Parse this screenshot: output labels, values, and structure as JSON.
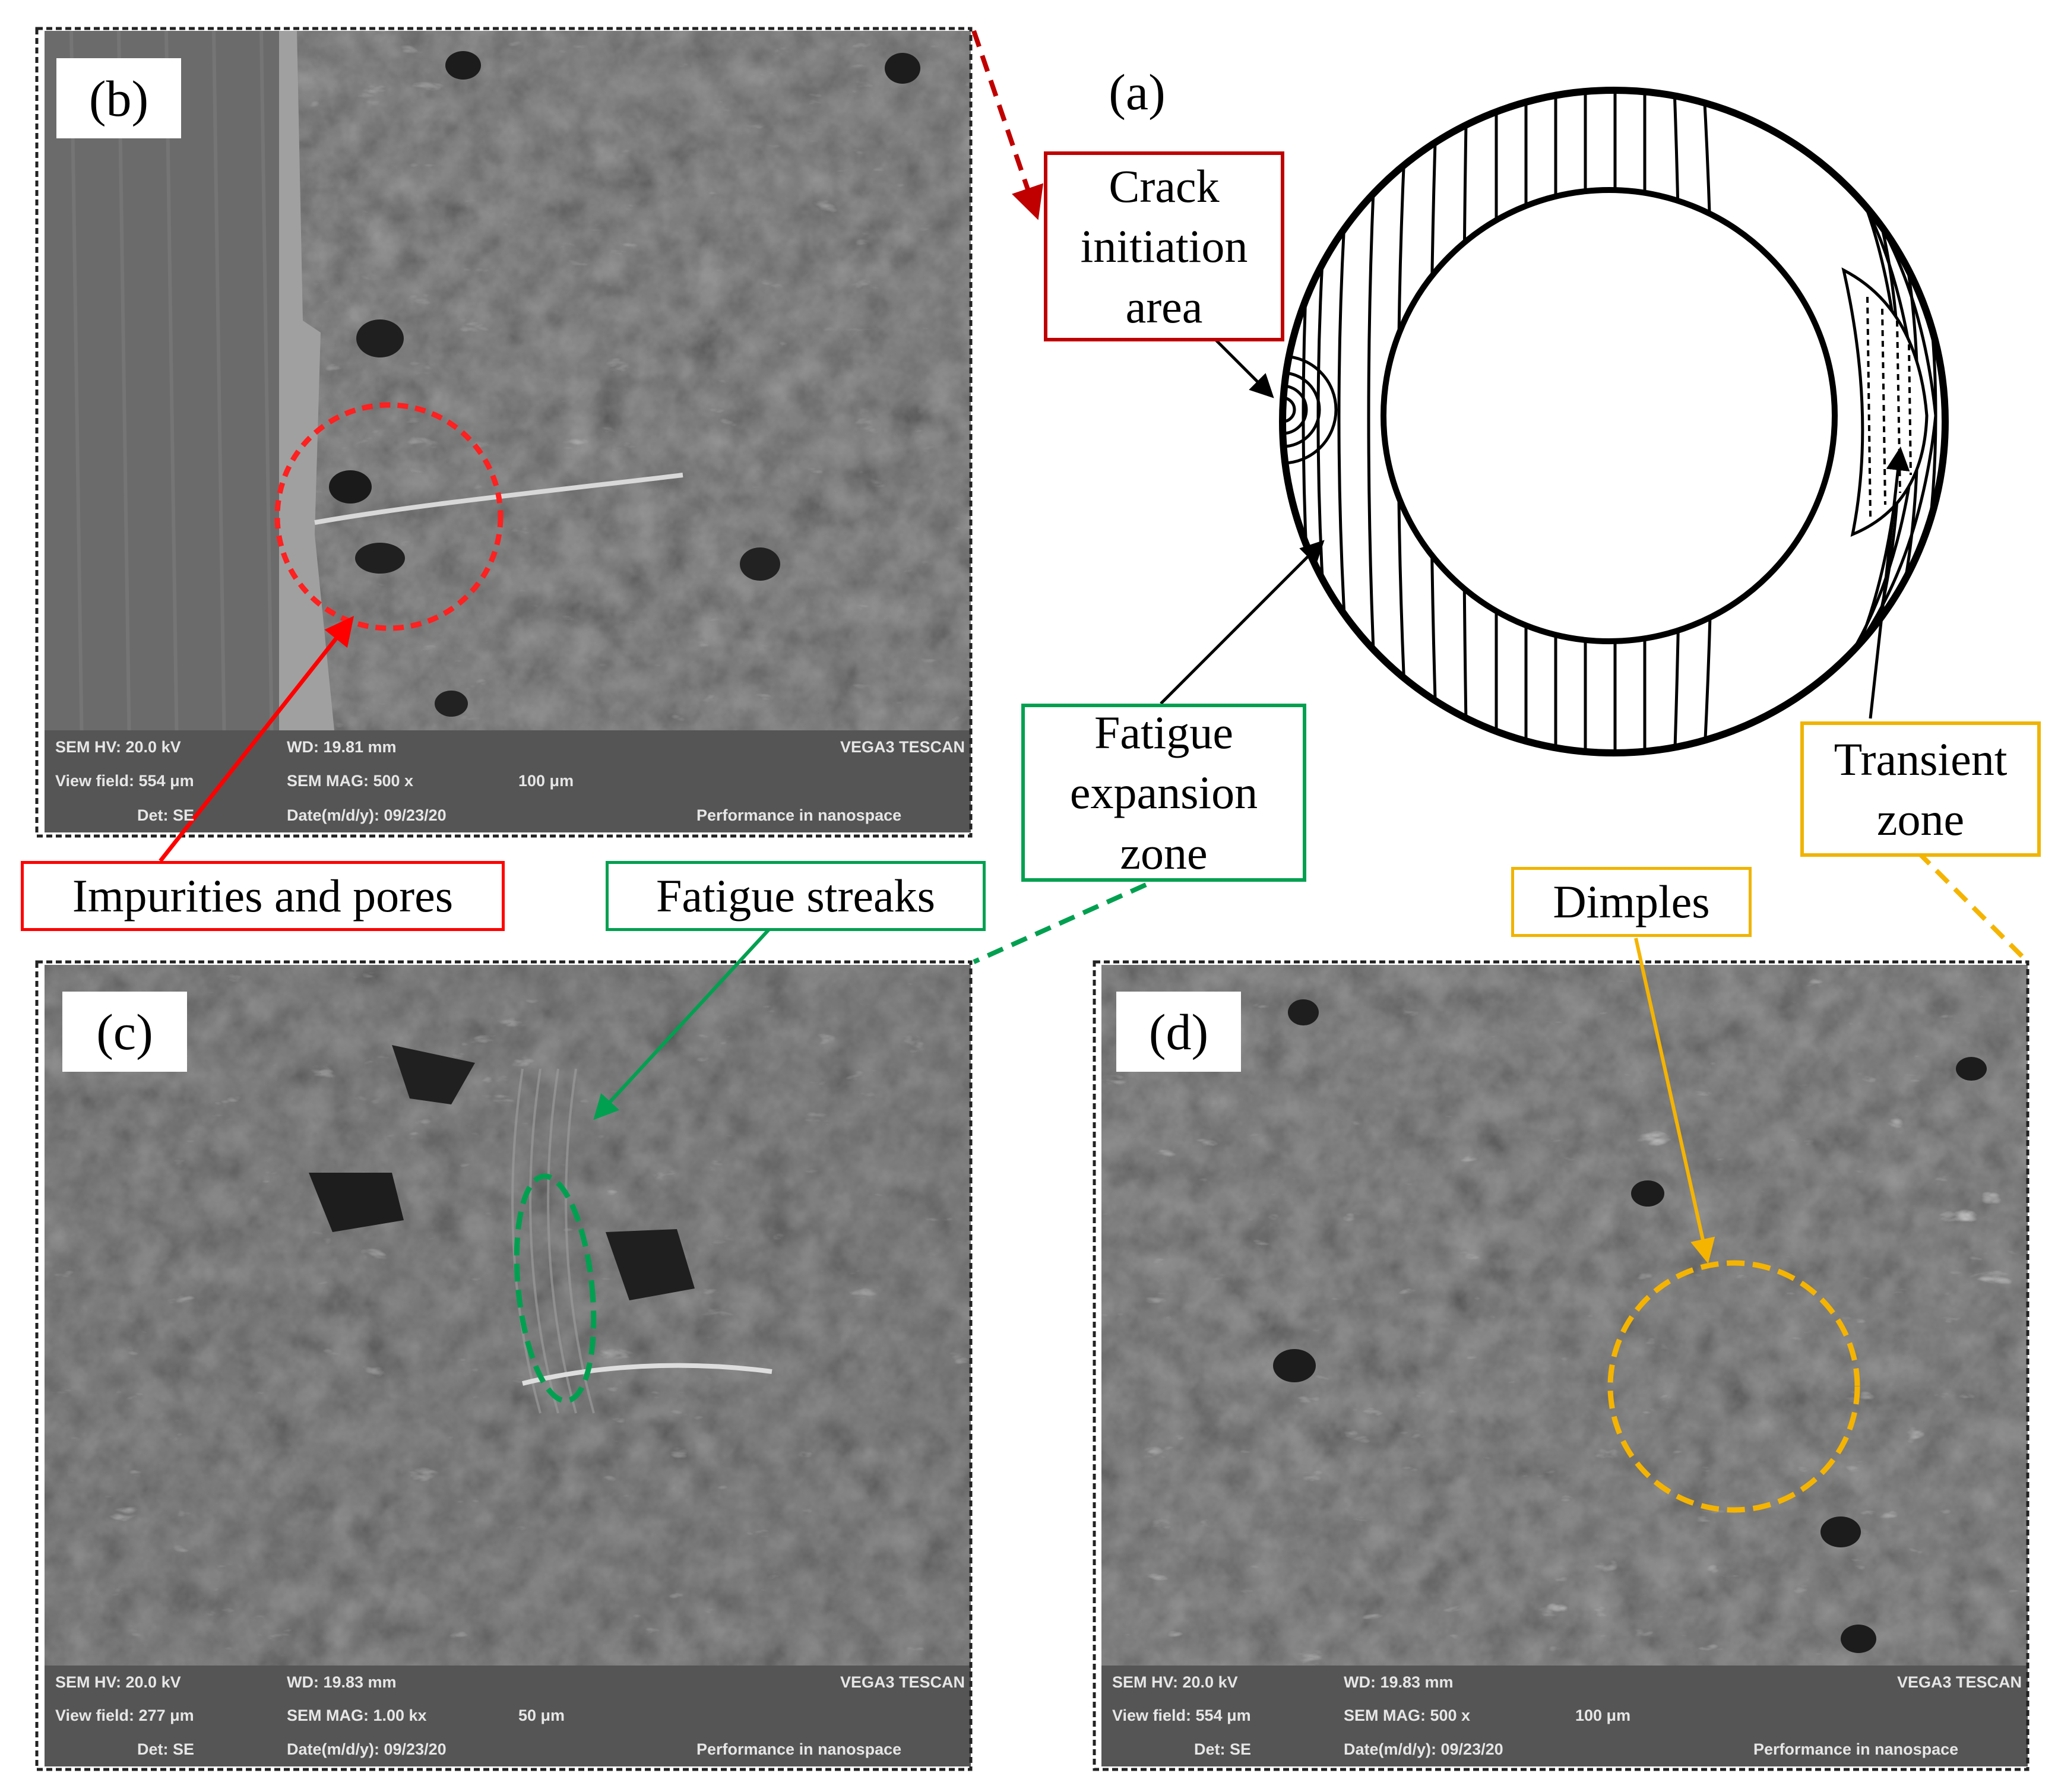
{
  "panels": {
    "a": {
      "tag": "(a)"
    },
    "b": {
      "tag": "(b)",
      "sem": {
        "hv": "SEM HV: 20.0 kV",
        "wd": "WD: 19.81 mm",
        "brand": "VEGA3 TESCAN",
        "view_field": "View field: 554 μm",
        "mag": "SEM MAG: 500 x",
        "scale": "100 μm",
        "det": "Det: SE",
        "date": "Date(m/d/y): 09/23/20",
        "slogan": "Performance in nanospace"
      }
    },
    "c": {
      "tag": "(c)",
      "sem": {
        "hv": "SEM HV: 20.0 kV",
        "wd": "WD: 19.83 mm",
        "brand": "VEGA3 TESCAN",
        "view_field": "View field: 277 μm",
        "mag": "SEM MAG: 1.00 kx",
        "scale": "50 μm",
        "det": "Det: SE",
        "date": "Date(m/d/y): 09/23/20",
        "slogan": "Performance in nanospace"
      }
    },
    "d": {
      "tag": "(d)",
      "sem": {
        "hv": "SEM HV: 20.0 kV",
        "wd": "WD: 19.83 mm",
        "brand": "VEGA3 TESCAN",
        "view_field": "View field: 554 μm",
        "mag": "SEM MAG: 500 x",
        "scale": "100 μm",
        "det": "Det: SE",
        "date": "Date(m/d/y): 09/23/20",
        "slogan": "Performance in nanospace"
      }
    }
  },
  "callouts": {
    "crack_initiation": {
      "lines": [
        "Crack",
        "initiation",
        "area"
      ],
      "color": "#c00000"
    },
    "fatigue_expansion": {
      "lines": [
        "Fatigue",
        "expansion",
        "zone"
      ],
      "color": "#00a050"
    },
    "transient": {
      "lines": [
        "Transient",
        "zone"
      ],
      "color": "#f0b400"
    },
    "impurities": {
      "text": "Impurities and pores",
      "color": "#ff0000"
    },
    "fatigue_streaks": {
      "text": "Fatigue streaks",
      "color": "#00a050"
    },
    "dimples": {
      "text": "Dimples",
      "color": "#f0b400"
    }
  },
  "colors": {
    "sem_background": "#3e3e3e",
    "sem_info_bar": "#555555",
    "highlight_red": "#ff0000",
    "highlight_green": "#00a050",
    "highlight_yellow": "#f5b400",
    "line_art": "#000000"
  }
}
